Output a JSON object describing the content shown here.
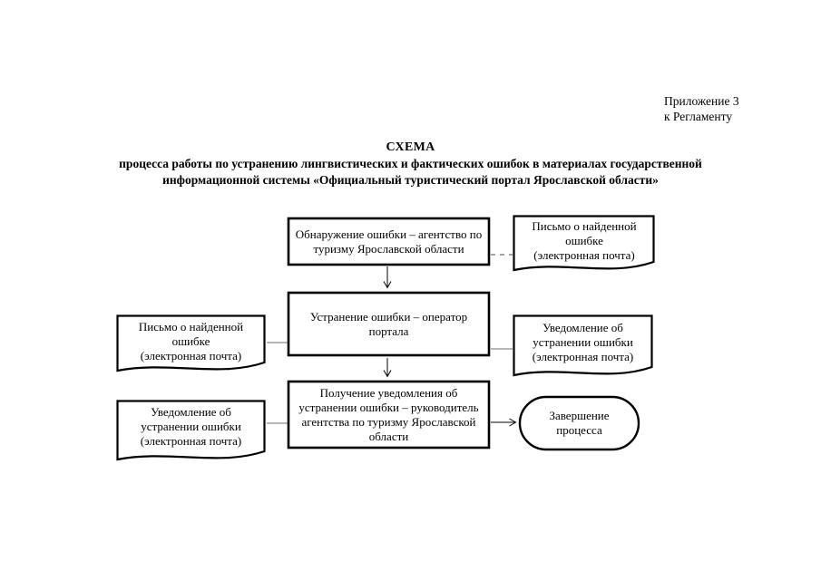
{
  "page": {
    "annotation": [
      "Приложение 3",
      "к Регламенту"
    ],
    "title": {
      "heading": "СХЕМА",
      "subtitle_line1": "процесса работы по устранению лингвистических и фактических ошибок в материалах государственной",
      "subtitle_line2": "информационной системы «Официальный туристический портал Ярославской области»"
    }
  },
  "flowchart": {
    "process_detect": "Обнаружение ошибки – агентство по туризму Ярославской области",
    "doc_letter_top": {
      "l1": "Письмо о найденной",
      "l2": "ошибке",
      "l3": "(электронная почта)"
    },
    "process_fix": "Устранение ошибки – оператор портала",
    "doc_letter_left": {
      "l1": "Письмо о найденной",
      "l2": "ошибке",
      "l3": "(электронная почта)"
    },
    "doc_notice_right": {
      "l1": "Уведомление об",
      "l2": "устранении ошибки",
      "l3": "(электронная почта)"
    },
    "process_receive": "Получение уведомления об устранении ошибки – руководитель агентства по туризму Ярославской области",
    "doc_notice_left": {
      "l1": "Уведомление об",
      "l2": "устранении ошибки",
      "l3": "(электронная почта)"
    },
    "terminator_end": {
      "l1": "Завершение",
      "l2": "процесса"
    }
  },
  "colors": {
    "shape_stroke": "#000000",
    "connector": "#8a8a8a",
    "background": "#ffffff"
  }
}
